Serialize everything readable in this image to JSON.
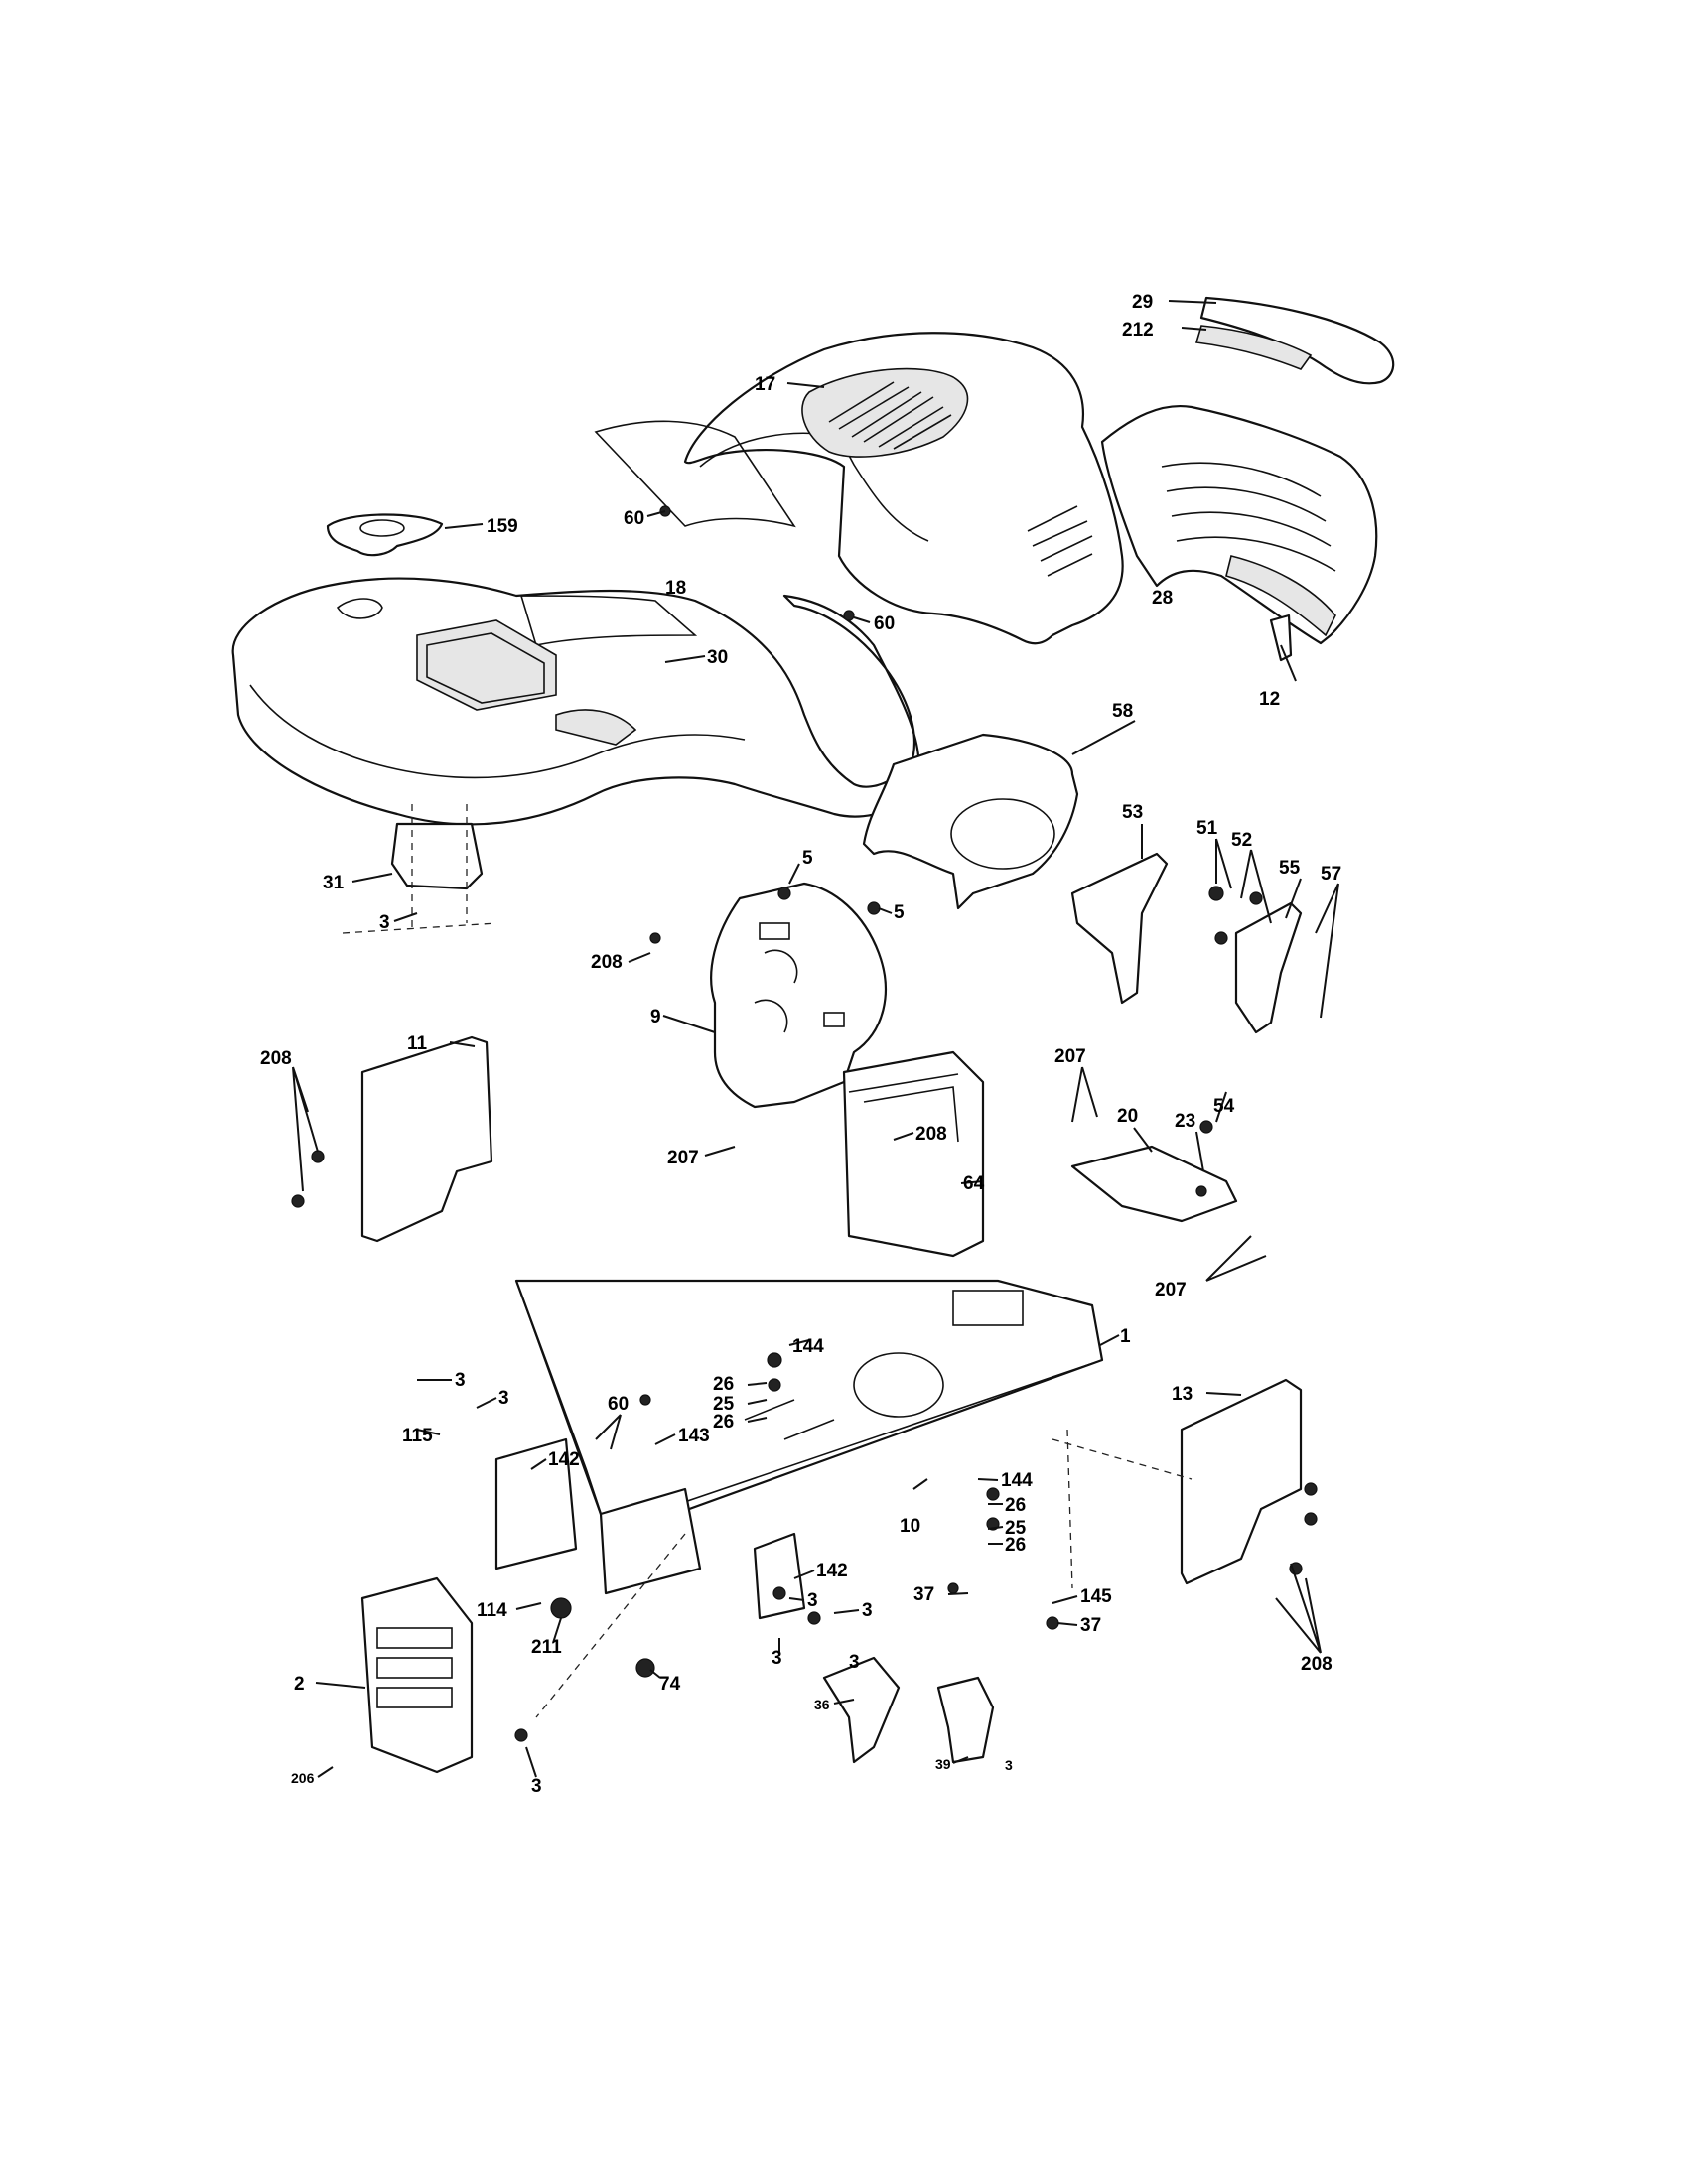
{
  "callouts": [
    {
      "id": "c29",
      "text": "29"
    },
    {
      "id": "c212",
      "text": "212"
    },
    {
      "id": "c17",
      "text": "17"
    },
    {
      "id": "c60a",
      "text": "60"
    },
    {
      "id": "c18",
      "text": "18"
    },
    {
      "id": "c159",
      "text": "159"
    },
    {
      "id": "c60b",
      "text": "60"
    },
    {
      "id": "c30",
      "text": "30"
    },
    {
      "id": "c28",
      "text": "28"
    },
    {
      "id": "c12",
      "text": "12"
    },
    {
      "id": "c58",
      "text": "58"
    },
    {
      "id": "c53",
      "text": "53"
    },
    {
      "id": "c51",
      "text": "51"
    },
    {
      "id": "c52",
      "text": "52"
    },
    {
      "id": "c55",
      "text": "55"
    },
    {
      "id": "c57",
      "text": "57"
    },
    {
      "id": "c31",
      "text": "31"
    },
    {
      "id": "c3a",
      "text": "3"
    },
    {
      "id": "c5a",
      "text": "5"
    },
    {
      "id": "c5b",
      "text": "5"
    },
    {
      "id": "c208a",
      "text": "208"
    },
    {
      "id": "c9",
      "text": "9"
    },
    {
      "id": "c54",
      "text": "54"
    },
    {
      "id": "c208b",
      "text": "208"
    },
    {
      "id": "c11",
      "text": "11"
    },
    {
      "id": "c208c",
      "text": "208"
    },
    {
      "id": "c207a",
      "text": "207"
    },
    {
      "id": "c207b",
      "text": "207"
    },
    {
      "id": "c20",
      "text": "20"
    },
    {
      "id": "c23",
      "text": "23"
    },
    {
      "id": "c64",
      "text": "64"
    },
    {
      "id": "c207c",
      "text": "207"
    },
    {
      "id": "c1",
      "text": "1"
    },
    {
      "id": "c144a",
      "text": "144"
    },
    {
      "id": "c26a",
      "text": "26"
    },
    {
      "id": "c25a",
      "text": "25"
    },
    {
      "id": "c26b",
      "text": "26"
    },
    {
      "id": "c13",
      "text": "13"
    },
    {
      "id": "c3b",
      "text": "3"
    },
    {
      "id": "c3c",
      "text": "3"
    },
    {
      "id": "c60c",
      "text": "60"
    },
    {
      "id": "c115",
      "text": "115"
    },
    {
      "id": "c142a",
      "text": "142"
    },
    {
      "id": "c143",
      "text": "143"
    },
    {
      "id": "c144b",
      "text": "144"
    },
    {
      "id": "c26c",
      "text": "26"
    },
    {
      "id": "c10",
      "text": "10"
    },
    {
      "id": "c25b",
      "text": "25"
    },
    {
      "id": "c26d",
      "text": "26"
    },
    {
      "id": "c142b",
      "text": "142"
    },
    {
      "id": "c3d",
      "text": "3"
    },
    {
      "id": "c114",
      "text": "114"
    },
    {
      "id": "c37a",
      "text": "37"
    },
    {
      "id": "c145",
      "text": "145"
    },
    {
      "id": "c3e",
      "text": "3"
    },
    {
      "id": "c37b",
      "text": "37"
    },
    {
      "id": "c211",
      "text": "211"
    },
    {
      "id": "c3f",
      "text": "3"
    },
    {
      "id": "c208d",
      "text": "208"
    },
    {
      "id": "c2",
      "text": "2"
    },
    {
      "id": "c74",
      "text": "74"
    },
    {
      "id": "c3g",
      "text": "3"
    },
    {
      "id": "c36",
      "text": "36"
    },
    {
      "id": "c39",
      "text": "39"
    },
    {
      "id": "c3h",
      "text": "3"
    },
    {
      "id": "c206",
      "text": "206"
    },
    {
      "id": "c3i",
      "text": "3"
    }
  ]
}
